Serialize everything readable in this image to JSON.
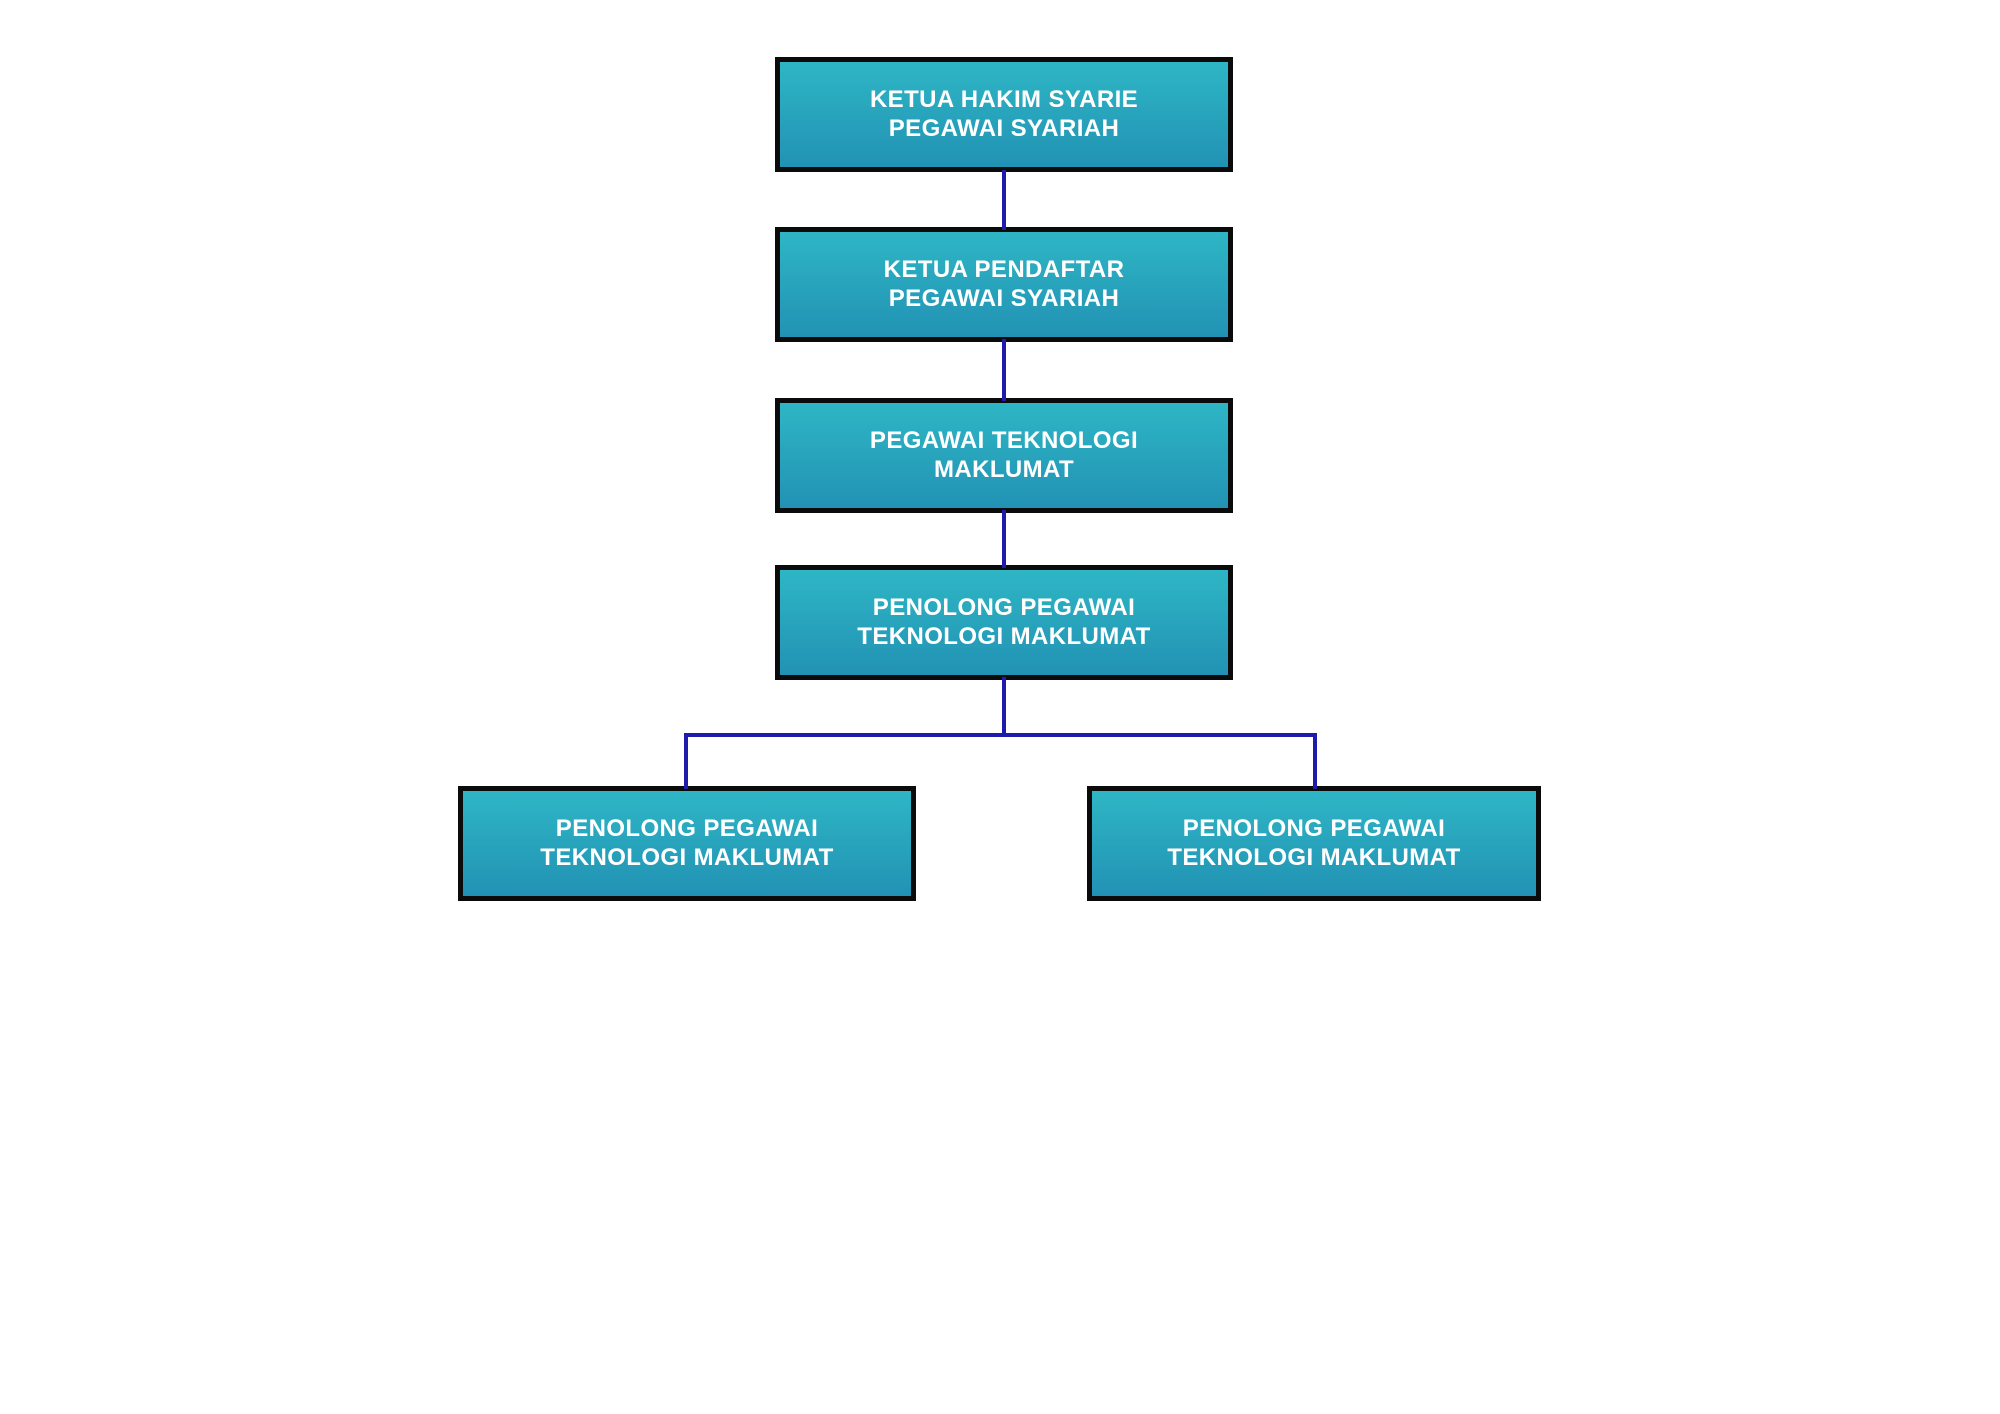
{
  "colors": {
    "background": "#FFFFFF",
    "node-top": "#2EB6C5",
    "node-bottom": "#2292B4",
    "node-border": "#0B0B0B",
    "connector": "#1F1CAB",
    "text": "#FFFFFF"
  },
  "org_chart": {
    "type": "org-hierarchy",
    "nodes": [
      {
        "id": "ketua-hakim-syarie",
        "level": 1,
        "line1": "KETUA HAKIM SYARIE",
        "line2": "PEGAWAI SYARIAH"
      },
      {
        "id": "ketua-pendaftar",
        "level": 2,
        "line1": "KETUA PENDAFTAR",
        "line2": "PEGAWAI SYARIAH"
      },
      {
        "id": "pegawai-teknologi-maklumat",
        "level": 3,
        "line1": "PEGAWAI TEKNOLOGI",
        "line2": "MAKLUMAT"
      },
      {
        "id": "penolong-pegawai-ti",
        "level": 4,
        "line1": "PENOLONG PEGAWAI",
        "line2": "TEKNOLOGI MAKLUMAT"
      },
      {
        "id": "penolong-pegawai-ti-left",
        "level": 5,
        "line1": "PENOLONG PEGAWAI",
        "line2": "TEKNOLOGI MAKLUMAT"
      },
      {
        "id": "penolong-pegawai-ti-right",
        "level": 5,
        "line1": "PENOLONG PEGAWAI",
        "line2": "TEKNOLOGI MAKLUMAT"
      }
    ],
    "edges": [
      {
        "from": "ketua-hakim-syarie",
        "to": "ketua-pendaftar"
      },
      {
        "from": "ketua-pendaftar",
        "to": "pegawai-teknologi-maklumat"
      },
      {
        "from": "pegawai-teknologi-maklumat",
        "to": "penolong-pegawai-ti"
      },
      {
        "from": "penolong-pegawai-ti",
        "to": "penolong-pegawai-ti-left"
      },
      {
        "from": "penolong-pegawai-ti",
        "to": "penolong-pegawai-ti-right"
      }
    ]
  }
}
